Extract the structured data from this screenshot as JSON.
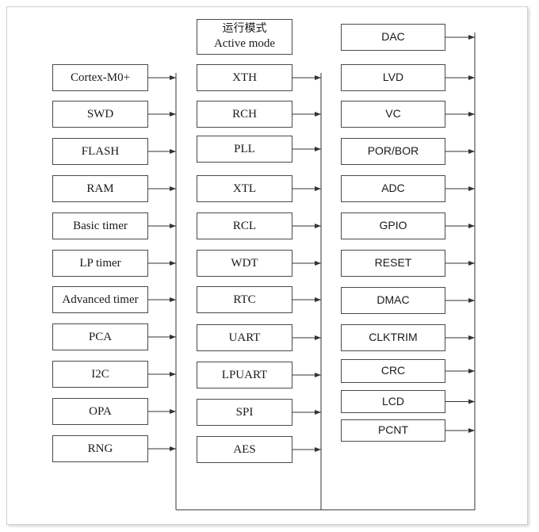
{
  "mode": {
    "zh": "运行模式",
    "en": "Active mode"
  },
  "columns": {
    "left": [
      "Cortex-M0+",
      "SWD",
      "FLASH",
      "RAM",
      "Basic timer",
      "LP timer",
      "Advanced timer",
      "PCA",
      "I2C",
      "OPA",
      "RNG"
    ],
    "middle": [
      "XTH",
      "RCH",
      "PLL",
      "XTL",
      "RCL",
      "WDT",
      "RTC",
      "UART",
      "LPUART",
      "SPI",
      "AES"
    ],
    "right": [
      "DAC",
      "LVD",
      "VC",
      "POR/BOR",
      "ADC",
      "GPIO",
      "RESET",
      "DMAC",
      "CLKTRIM",
      "CRC",
      "LCD",
      "PCNT"
    ]
  }
}
